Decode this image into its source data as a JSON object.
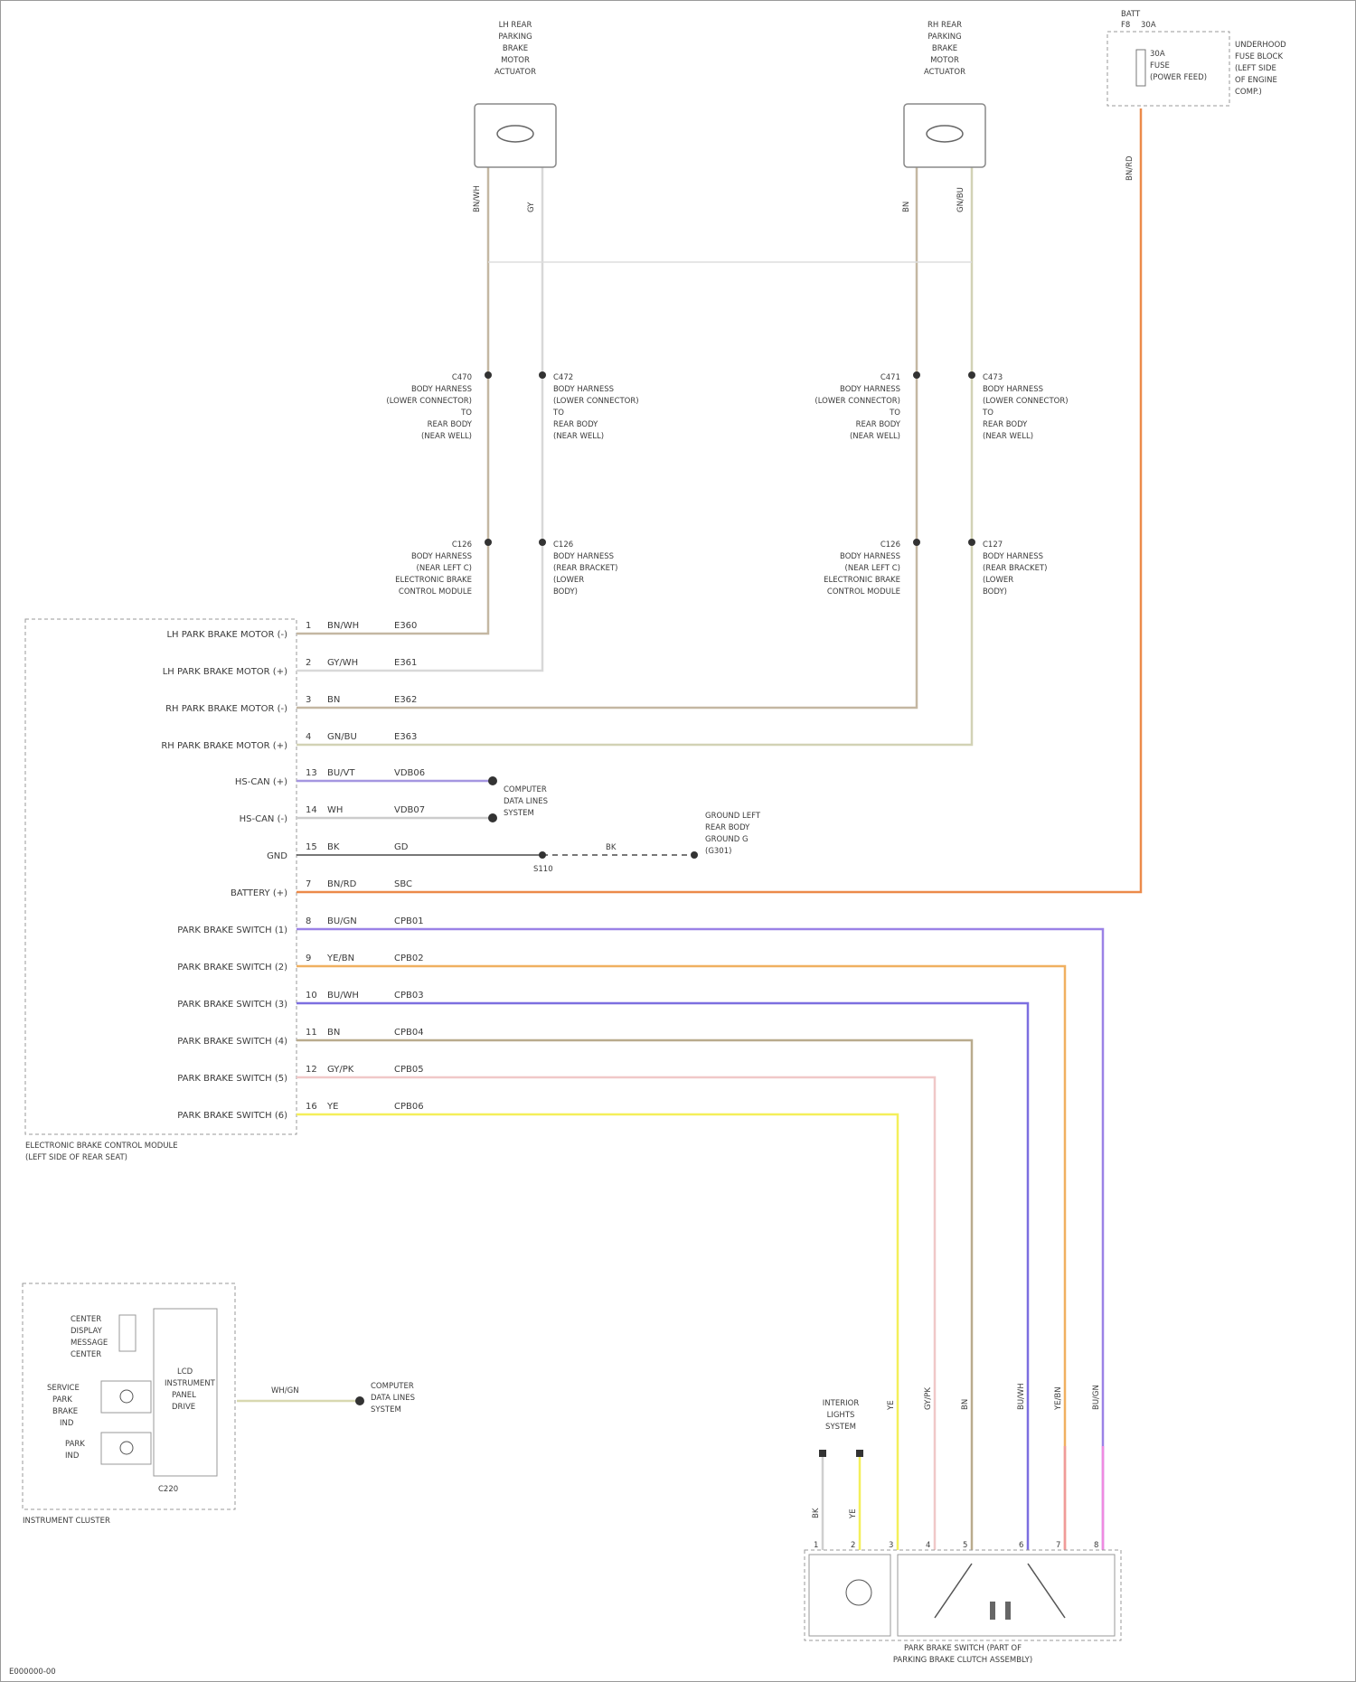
{
  "footer_code": "E000000-00",
  "module": {
    "name_line1": "ELECTRONIC BRAKE CONTROL MODULE",
    "name_line2": "(LEFT SIDE OF REAR SEAT)",
    "pins": [
      {
        "label": "LH PARK BRAKE MOTOR (-)",
        "pin": "1",
        "wire": "BN/WH",
        "ckt": "E360",
        "color": "#b8a58a"
      },
      {
        "label": "LH PARK BRAKE MOTOR (+)",
        "pin": "2",
        "wire": "GY/WH",
        "ckt": "E361",
        "color": "#d0d0d0"
      },
      {
        "label": "RH PARK BRAKE MOTOR (-)",
        "pin": "3",
        "wire": "BN",
        "ckt": "E362",
        "color": "#b8a58a"
      },
      {
        "label": "RH PARK BRAKE MOTOR (+)",
        "pin": "4",
        "wire": "GN/BU",
        "ckt": "E363",
        "color": "#c9c9a5"
      },
      {
        "label": "HS-CAN (+)",
        "pin": "13",
        "wire": "BU/VT",
        "ckt": "VDB06",
        "color": "#9f8ddc"
      },
      {
        "label": "HS-CAN (-)",
        "pin": "14",
        "wire": "WH",
        "ckt": "VDB07",
        "color": "#cccccc"
      },
      {
        "label": "GND",
        "pin": "15",
        "wire": "BK",
        "ckt": "GD",
        "color": "#4a4a4a"
      },
      {
        "label": "BATTERY (+)",
        "pin": "7",
        "wire": "BN/RD",
        "ckt": "SBC",
        "color": "#ec8a4a"
      },
      {
        "label": "PARK BRAKE SWITCH (1)",
        "pin": "8",
        "wire": "BU/GN",
        "ckt": "CPB01",
        "color": "#9b82e6"
      },
      {
        "label": "PARK BRAKE SWITCH (2)",
        "pin": "9",
        "wire": "YE/BN",
        "ckt": "CPB02",
        "color": "#f0b060"
      },
      {
        "label": "PARK BRAKE SWITCH (3)",
        "pin": "10",
        "wire": "BU/WH",
        "ckt": "CPB03",
        "color": "#7c6fe0"
      },
      {
        "label": "PARK BRAKE SWITCH (4)",
        "pin": "11",
        "wire": "BN",
        "ckt": "CPB04",
        "color": "#b9ab8d"
      },
      {
        "label": "PARK BRAKE SWITCH (5)",
        "pin": "12",
        "wire": "GY/PK",
        "ckt": "CPB05",
        "color": "#f0c8c8"
      },
      {
        "label": "PARK BRAKE SWITCH (6)",
        "pin": "16",
        "wire": "YE",
        "ckt": "CPB06",
        "color": "#f4ef5a"
      }
    ]
  },
  "actuators": {
    "left": {
      "title": [
        "LH REAR",
        "PARKING",
        "BRAKE",
        "MOTOR",
        "ACTUATOR"
      ],
      "wire_a": "BN/WH",
      "wire_b": "GY"
    },
    "right": {
      "title": [
        "RH REAR",
        "PARKING",
        "BRAKE",
        "MOTOR",
        "ACTUATOR"
      ],
      "wire_a": "BN",
      "wire_b": "GN/BU"
    }
  },
  "connectors": {
    "left_upper_a": [
      "C470",
      "BODY HARNESS",
      "(LOWER CONNECTOR)",
      "TO",
      "REAR BODY",
      "(NEAR WELL)"
    ],
    "left_upper_b": [
      "C472",
      "BODY HARNESS",
      "(LOWER CONNECTOR)",
      "TO",
      "REAR BODY",
      "(NEAR WELL)"
    ],
    "right_upper_a": [
      "C471",
      "BODY HARNESS",
      "(LOWER CONNECTOR)",
      "TO",
      "REAR BODY",
      "(NEAR WELL)"
    ],
    "right_upper_b": [
      "C473",
      "BODY HARNESS",
      "(LOWER CONNECTOR)",
      "TO",
      "REAR BODY",
      "(NEAR WELL)"
    ],
    "left_lower_a": [
      "C126",
      "BODY HARNESS",
      "(NEAR LEFT C)",
      "ELECTRONIC BRAKE",
      "CONTROL MODULE"
    ],
    "left_lower_b": [
      "C126",
      "BODY HARNESS",
      "(REAR BRACKET)",
      "(LOWER",
      "BODY)"
    ],
    "right_lower_a": [
      "C126",
      "BODY HARNESS",
      "(NEAR LEFT C)",
      "ELECTRONIC BRAKE",
      "CONTROL MODULE"
    ],
    "right_lower_b": [
      "C127",
      "BODY HARNESS",
      "(REAR BRACKET)",
      "(LOWER",
      "BODY)"
    ]
  },
  "fuse": {
    "title": [
      "BATT",
      "F8",
      "30A"
    ],
    "label": [
      "UNDERHOOD",
      "FUSE BLOCK",
      "(LEFT SIDE",
      "OF ENGINE",
      "COMP.)"
    ],
    "inner": [
      "30A",
      "FUSE",
      "(POWER FEED)"
    ],
    "wire": "BN/RD"
  },
  "network_label": [
    "COMPUTER",
    "DATA LINES",
    "SYSTEM"
  ],
  "ground_label": [
    "GROUND LEFT",
    "REAR BODY",
    "GROUND G",
    "(G301)"
  ],
  "ground_wire": "BK",
  "ground_splice": "S110",
  "cluster": {
    "name": "INSTRUMENT CLUSTER",
    "display": [
      "CENTER",
      "DISPLAY",
      "MESSAGE",
      "CENTER"
    ],
    "indicator1": [
      "SERVICE",
      "PARK",
      "BRAKE",
      "IND"
    ],
    "indicator2": [
      "PARK",
      "IND"
    ],
    "module": [
      "LCD",
      "INSTRUMENT",
      "PANEL",
      "DRIVE"
    ],
    "conn": "C220",
    "wire": "WH/GN",
    "data_label": [
      "COMPUTER",
      "DATA LINES",
      "SYSTEM"
    ]
  },
  "switch": {
    "name_line1": "PARK BRAKE SWITCH (PART OF",
    "name_line2": "PARKING BRAKE CLUTCH ASSEMBLY)",
    "light_label": [
      "INTERIOR",
      "LIGHTS",
      "SYSTEM"
    ],
    "pins": [
      "1",
      "2",
      "3",
      "4",
      "5",
      "6",
      "7",
      "8"
    ],
    "wires": [
      "BK",
      "YE",
      "YE",
      "GY/PK",
      "BN",
      "BU/WH",
      "YE/BN",
      "BU/GN"
    ]
  }
}
